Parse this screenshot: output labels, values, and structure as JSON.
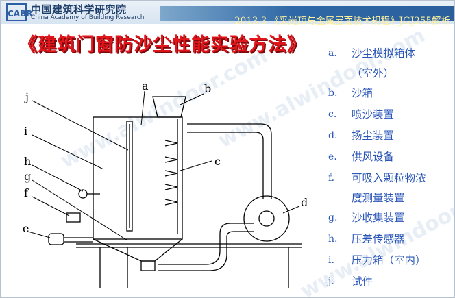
{
  "header": {
    "org_cn": "中国建筑科学研究院",
    "org_en": "China Academy of Building Research",
    "logo_text": "CABR",
    "banner": "2013.3 《采光顶与金属屋面技术规程》JGJ255解析"
  },
  "title": "《建筑门窗防沙尘性能实验方法》",
  "watermark": "www.alwindoor.com",
  "diagram": {
    "labels": [
      "a",
      "b",
      "c",
      "d",
      "e",
      "f",
      "g",
      "h",
      "i",
      "j"
    ]
  },
  "legend": [
    {
      "key": "a.",
      "text": "沙尘模拟箱体"
    },
    {
      "key": "",
      "text": "（室外）"
    },
    {
      "key": "b.",
      "text": "沙箱"
    },
    {
      "key": "c.",
      "text": "喷沙装置"
    },
    {
      "key": "d.",
      "text": "扬尘装置"
    },
    {
      "key": "e.",
      "text": "供风设备"
    },
    {
      "key": "f.",
      "text": "可吸入颗粒物浓"
    },
    {
      "key": "",
      "text": "度测量装置"
    },
    {
      "key": "g.",
      "text": "沙收集装置"
    },
    {
      "key": "h.",
      "text": "压差传感器"
    },
    {
      "key": "i.",
      "text": "压力箱（室内）"
    },
    {
      "key": "j.",
      "text": "试件"
    }
  ]
}
